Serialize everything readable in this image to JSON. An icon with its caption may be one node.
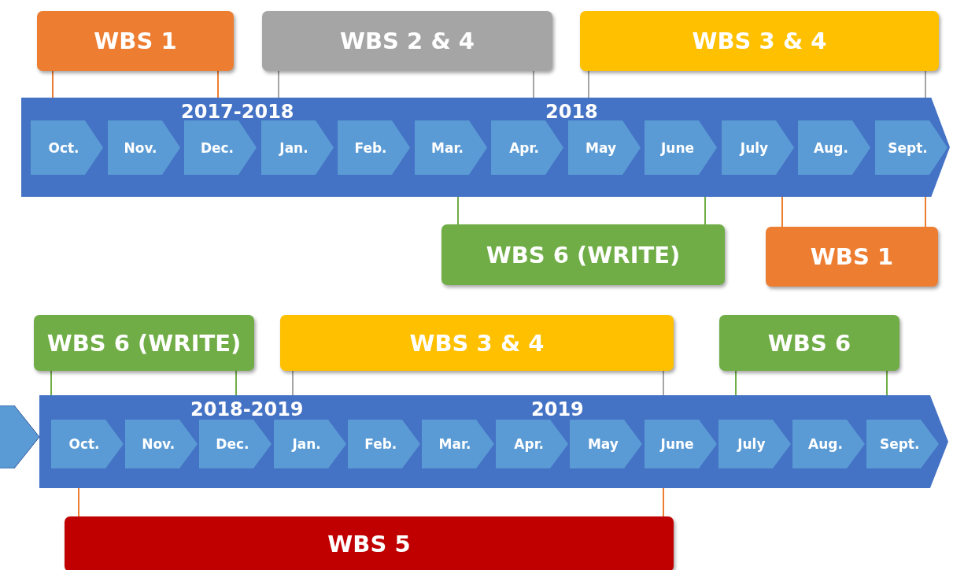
{
  "diagram": {
    "nodes": [
      {
        "text": [
          "WBS 1"
        ]
      },
      {
        "text": [
          "WBS 2 & 4"
        ]
      },
      {
        "text": [
          "WBS 3 & 4"
        ]
      },
      {
        "text": [
          "2017-2018",
          "2018"
        ]
      },
      {
        "text": [
          "Oct."
        ],
        "in": 3
      },
      {
        "text": [
          "Nov."
        ],
        "in": 3
      },
      {
        "text": [
          "Dec."
        ],
        "in": 3
      },
      {
        "text": [
          "Jan."
        ],
        "in": 3
      },
      {
        "text": [
          "Feb."
        ],
        "in": 3
      },
      {
        "text": [
          "Mar."
        ],
        "in": 3
      },
      {
        "text": [
          "Apr."
        ],
        "in": 3
      },
      {
        "text": [
          "May"
        ],
        "in": 3
      },
      {
        "text": [
          "June"
        ],
        "in": 3
      },
      {
        "text": [
          "July"
        ],
        "in": 3
      },
      {
        "text": [
          "Aug."
        ],
        "in": 3
      },
      {
        "text": [
          "Sept."
        ],
        "in": 3
      },
      {
        "text": [
          "WBS 6 (WRITE)"
        ]
      },
      {
        "text": [
          "WBS 1"
        ]
      },
      {
        "text": [
          "WBS 6 (WRITE)"
        ]
      },
      {
        "text": [
          "WBS 3 & 4"
        ]
      },
      {
        "text": [
          "WBS 6"
        ]
      },
      {
        "text": [],
        "shape": "chevron"
      },
      {
        "text": [
          "2018-2019",
          "2019"
        ]
      },
      {
        "text": [
          "Oct."
        ],
        "in": 22
      },
      {
        "text": [
          "Nov."
        ],
        "in": 22
      },
      {
        "text": [
          "Dec."
        ],
        "in": 22
      },
      {
        "text": [
          "Jan."
        ],
        "in": 22
      },
      {
        "text": [
          "Feb."
        ],
        "in": 22
      },
      {
        "text": [
          "Mar."
        ],
        "in": 22
      },
      {
        "text": [
          "Apr."
        ],
        "in": 22
      },
      {
        "text": [
          "May"
        ],
        "in": 22
      },
      {
        "text": [
          "June"
        ],
        "in": 22
      },
      {
        "text": [
          "July"
        ],
        "in": 22
      },
      {
        "text": [
          "Aug."
        ],
        "in": 22
      },
      {
        "text": [
          "Sept."
        ],
        "in": 22
      },
      {
        "text": [
          "WBS 5"
        ]
      }
    ],
    "edges": [
      {
        "from": 0,
        "to": 3,
        "arrow": "none",
        "color": "#ed7d31"
      },
      {
        "from": 0,
        "to": 3,
        "arrow": "none",
        "color": "#ed7d31"
      },
      {
        "from": 1,
        "to": 3,
        "arrow": "none",
        "color": "#a5a5a5"
      },
      {
        "from": 1,
        "to": 3,
        "arrow": "none",
        "color": "#a5a5a5"
      },
      {
        "from": 2,
        "to": 3,
        "arrow": "none",
        "color": "#a5a5a5"
      },
      {
        "from": 2,
        "to": 3,
        "arrow": "none",
        "color": "#a5a5a5"
      },
      {
        "from": 16,
        "to": 3,
        "arrow": "none",
        "color": "#70ad47"
      },
      {
        "from": 16,
        "to": 3,
        "arrow": "none",
        "color": "#70ad47"
      },
      {
        "from": 17,
        "to": 3,
        "arrow": "none",
        "color": "#ed7d31"
      },
      {
        "from": 17,
        "to": 3,
        "arrow": "none",
        "color": "#ed7d31"
      },
      {
        "from": 18,
        "to": 22,
        "arrow": "none",
        "color": "#70ad47"
      },
      {
        "from": 18,
        "to": 22,
        "arrow": "none",
        "color": "#70ad47"
      },
      {
        "from": 19,
        "to": 22,
        "arrow": "none",
        "color": "#a5a5a5"
      },
      {
        "from": 19,
        "to": 22,
        "arrow": "none",
        "color": "#a5a5a5"
      },
      {
        "from": 20,
        "to": 22,
        "arrow": "none",
        "color": "#70ad47"
      },
      {
        "from": 20,
        "to": 22,
        "arrow": "none",
        "color": "#70ad47"
      },
      {
        "from": 35,
        "to": 22,
        "arrow": "none",
        "color": "#ed7d31"
      },
      {
        "from": 35,
        "to": 22,
        "arrow": "none",
        "color": "#ed7d31"
      }
    ]
  }
}
